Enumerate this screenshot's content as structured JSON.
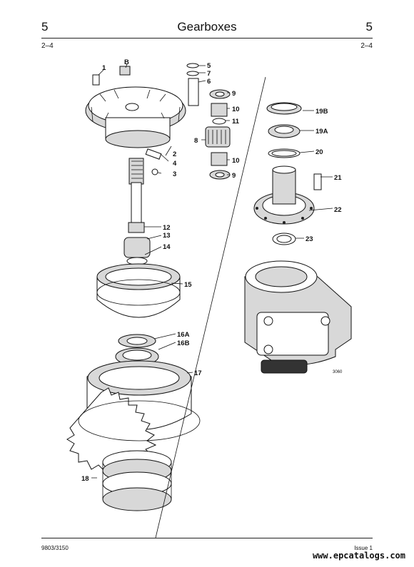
{
  "header": {
    "section_left": "5",
    "title": "Gearboxes",
    "section_right": "5",
    "page_left": "2–4",
    "page_right": "2–4"
  },
  "diagram": {
    "callouts": [
      {
        "id": "c1",
        "text": "1"
      },
      {
        "id": "cB",
        "text": "B"
      },
      {
        "id": "c5",
        "text": "5"
      },
      {
        "id": "c7",
        "text": "7"
      },
      {
        "id": "c6",
        "text": "6"
      },
      {
        "id": "c9a",
        "text": "9"
      },
      {
        "id": "c10a",
        "text": "10"
      },
      {
        "id": "c11",
        "text": "11"
      },
      {
        "id": "c8",
        "text": "8"
      },
      {
        "id": "c10b",
        "text": "10"
      },
      {
        "id": "c9b",
        "text": "9"
      },
      {
        "id": "c2",
        "text": "2"
      },
      {
        "id": "c4",
        "text": "4"
      },
      {
        "id": "c3",
        "text": "3"
      },
      {
        "id": "c19B",
        "text": "19B"
      },
      {
        "id": "c19A",
        "text": "19A"
      },
      {
        "id": "c20",
        "text": "20"
      },
      {
        "id": "c21",
        "text": "21"
      },
      {
        "id": "c22",
        "text": "22"
      },
      {
        "id": "c23",
        "text": "23"
      },
      {
        "id": "c12",
        "text": "12"
      },
      {
        "id": "c13",
        "text": "13"
      },
      {
        "id": "c14",
        "text": "14"
      },
      {
        "id": "c15",
        "text": "15"
      },
      {
        "id": "c16A",
        "text": "16A"
      },
      {
        "id": "c16B",
        "text": "16B"
      },
      {
        "id": "c17",
        "text": "17"
      },
      {
        "id": "c18",
        "text": "18"
      }
    ],
    "figure_number": "3060"
  },
  "footer": {
    "doc_code": "9803/3150",
    "issue": "Issue 1",
    "watermark": "www.epcatalogs.com"
  }
}
